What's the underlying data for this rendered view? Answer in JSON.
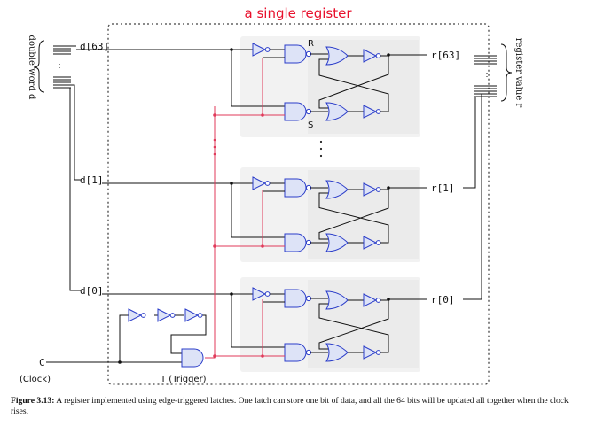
{
  "title": "a single register",
  "inputs": {
    "top": "d[63]",
    "middle": "d[1]",
    "bottom": "d[0]",
    "clock": "C",
    "clock_note": "(Clock)",
    "trigger": "T (Trigger)"
  },
  "outputs": {
    "top": "r[63]",
    "middle": "r[1]",
    "bottom": "r[0]"
  },
  "latch_labels": {
    "r": "R",
    "s": "S"
  },
  "side_labels": {
    "left": "double word d",
    "right": "register value r"
  },
  "caption": {
    "label": "Figure 3.13:",
    "text": "A register implemented using edge-triggered latches. One latch can store one bit of data, and all the 64 bits will be updated all together when the clock rises."
  },
  "colors": {
    "gate_fill": "#dde3f7",
    "gate_stroke": "#2a3cc9",
    "trigger_wire": "#e03a5a",
    "title": "#e8112d",
    "latch_panel": "#f2f2f2"
  }
}
